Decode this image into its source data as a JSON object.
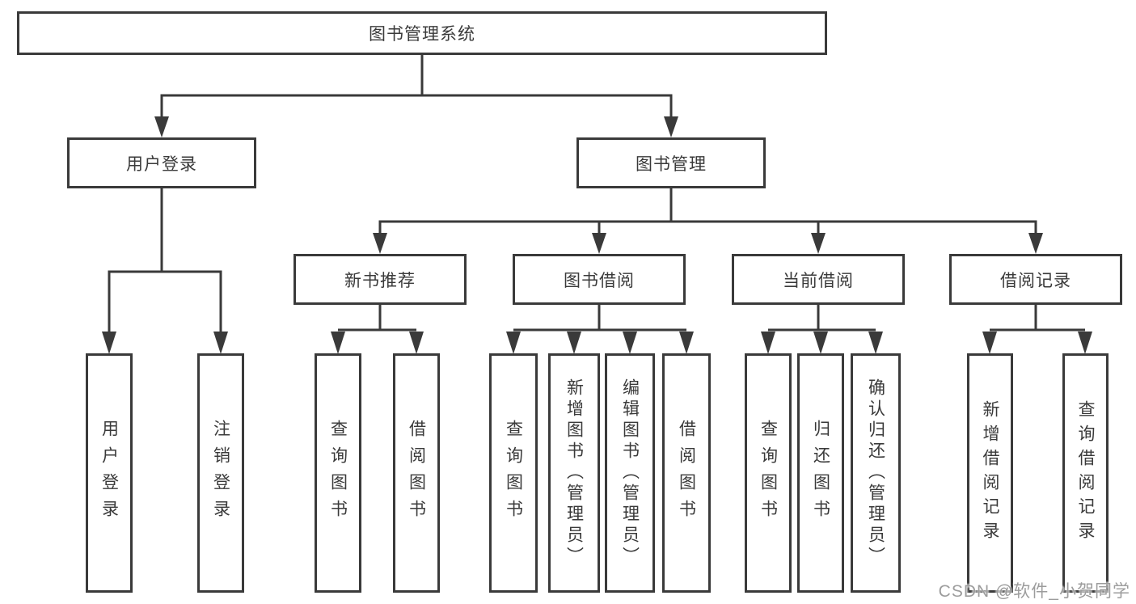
{
  "diagram": {
    "root": {
      "label": "图书管理系统"
    },
    "level2": [
      {
        "label": "用户登录",
        "parent": "图书管理系统"
      },
      {
        "label": "图书管理",
        "parent": "图书管理系统"
      }
    ],
    "level3": [
      {
        "label": "新书推荐",
        "parent": "图书管理"
      },
      {
        "label": "图书借阅",
        "parent": "图书管理"
      },
      {
        "label": "当前借阅",
        "parent": "图书管理"
      },
      {
        "label": "借阅记录",
        "parent": "图书管理"
      }
    ],
    "leaves": [
      {
        "label": "用户登录",
        "parent": "用户登录"
      },
      {
        "label": "注销登录",
        "parent": "用户登录"
      },
      {
        "label": "查询图书",
        "parent": "新书推荐"
      },
      {
        "label": "借阅图书",
        "parent": "新书推荐"
      },
      {
        "label": "查询图书",
        "parent": "图书借阅"
      },
      {
        "label": "新增图书（管理员）",
        "parent": "图书借阅"
      },
      {
        "label": "编辑图书（管理员）",
        "parent": "图书借阅"
      },
      {
        "label": "借阅图书",
        "parent": "图书借阅"
      },
      {
        "label": "查询图书",
        "parent": "当前借阅"
      },
      {
        "label": "归还图书",
        "parent": "当前借阅"
      },
      {
        "label": "确认归还（管理员）",
        "parent": "当前借阅"
      },
      {
        "label": "新增借阅记录",
        "parent": "借阅记录"
      },
      {
        "label": "查询借阅记录",
        "parent": "借阅记录"
      }
    ]
  },
  "watermark": {
    "text": "CSDN @软件_小贺同学"
  },
  "colors": {
    "line": "#3a3a3a",
    "text": "#3a3a3a",
    "background": "#ffffff",
    "watermark": "#9c9c9c"
  }
}
